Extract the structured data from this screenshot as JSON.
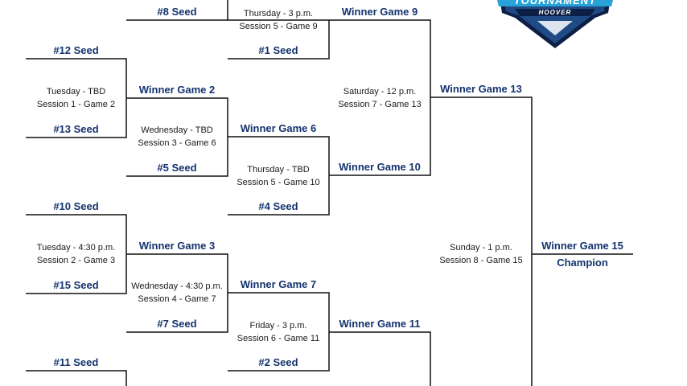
{
  "logo": {
    "name_text": "TOURNAMENT",
    "city_text": "HOOVER",
    "colors": {
      "shield": "#1f4a86",
      "ribbon": "#27a3d8",
      "trim": "#0d1f45",
      "text": "#ffffff"
    }
  },
  "brand_colors": {
    "label": "#14336e",
    "line": "#111111",
    "text": "#1a1a1a"
  },
  "labels": {
    "seed8": "#8 Seed",
    "seed12": "#12 Seed",
    "seed13": "#13 Seed",
    "seed5": "#5 Seed",
    "seed10": "#10 Seed",
    "seed15": "#15 Seed",
    "seed7": "#7 Seed",
    "seed11": "#11 Seed",
    "seed1": "#1 Seed",
    "seed4": "#4 Seed",
    "seed2": "#2 Seed",
    "wg2": "Winner Game 2",
    "wg3": "Winner Game 3",
    "wg6": "Winner Game 6",
    "wg7": "Winner Game 7",
    "wg9": "Winner Game 9",
    "wg10": "Winner Game 10",
    "wg11": "Winner Game 11",
    "wg13": "Winner Game 13",
    "wg15": "Winner Game 15",
    "champion": "Champion"
  },
  "games": {
    "g1_when": "Tuesday - TBD",
    "g1_what": "Session 1 - Game 2",
    "g2_when": "Tuesday - 4:30 p.m.",
    "g2_what": "Session 2 - Game 3",
    "g3_when": "Wednesday - TBD",
    "g3_what": "Session 3 - Game 6",
    "g4_when": "Wednesday - 4:30 p.m.",
    "g4_what": "Session 4 - Game 7",
    "g5_when": "Thursday - 3 p.m.",
    "g5_what": "Session 5 - Game 9",
    "g6_when": "Thursday - TBD",
    "g6_what": "Session 5 - Game 10",
    "g7_when": "Friday - 3 p.m.",
    "g7_what": "Session 6 - Game 11",
    "g8_when": "Saturday - 12 p.m.",
    "g8_what": "Session 7 - Game 13",
    "g9_when": "Sunday - 1 p.m.",
    "g9_what": "Session 8 - Game 15"
  }
}
